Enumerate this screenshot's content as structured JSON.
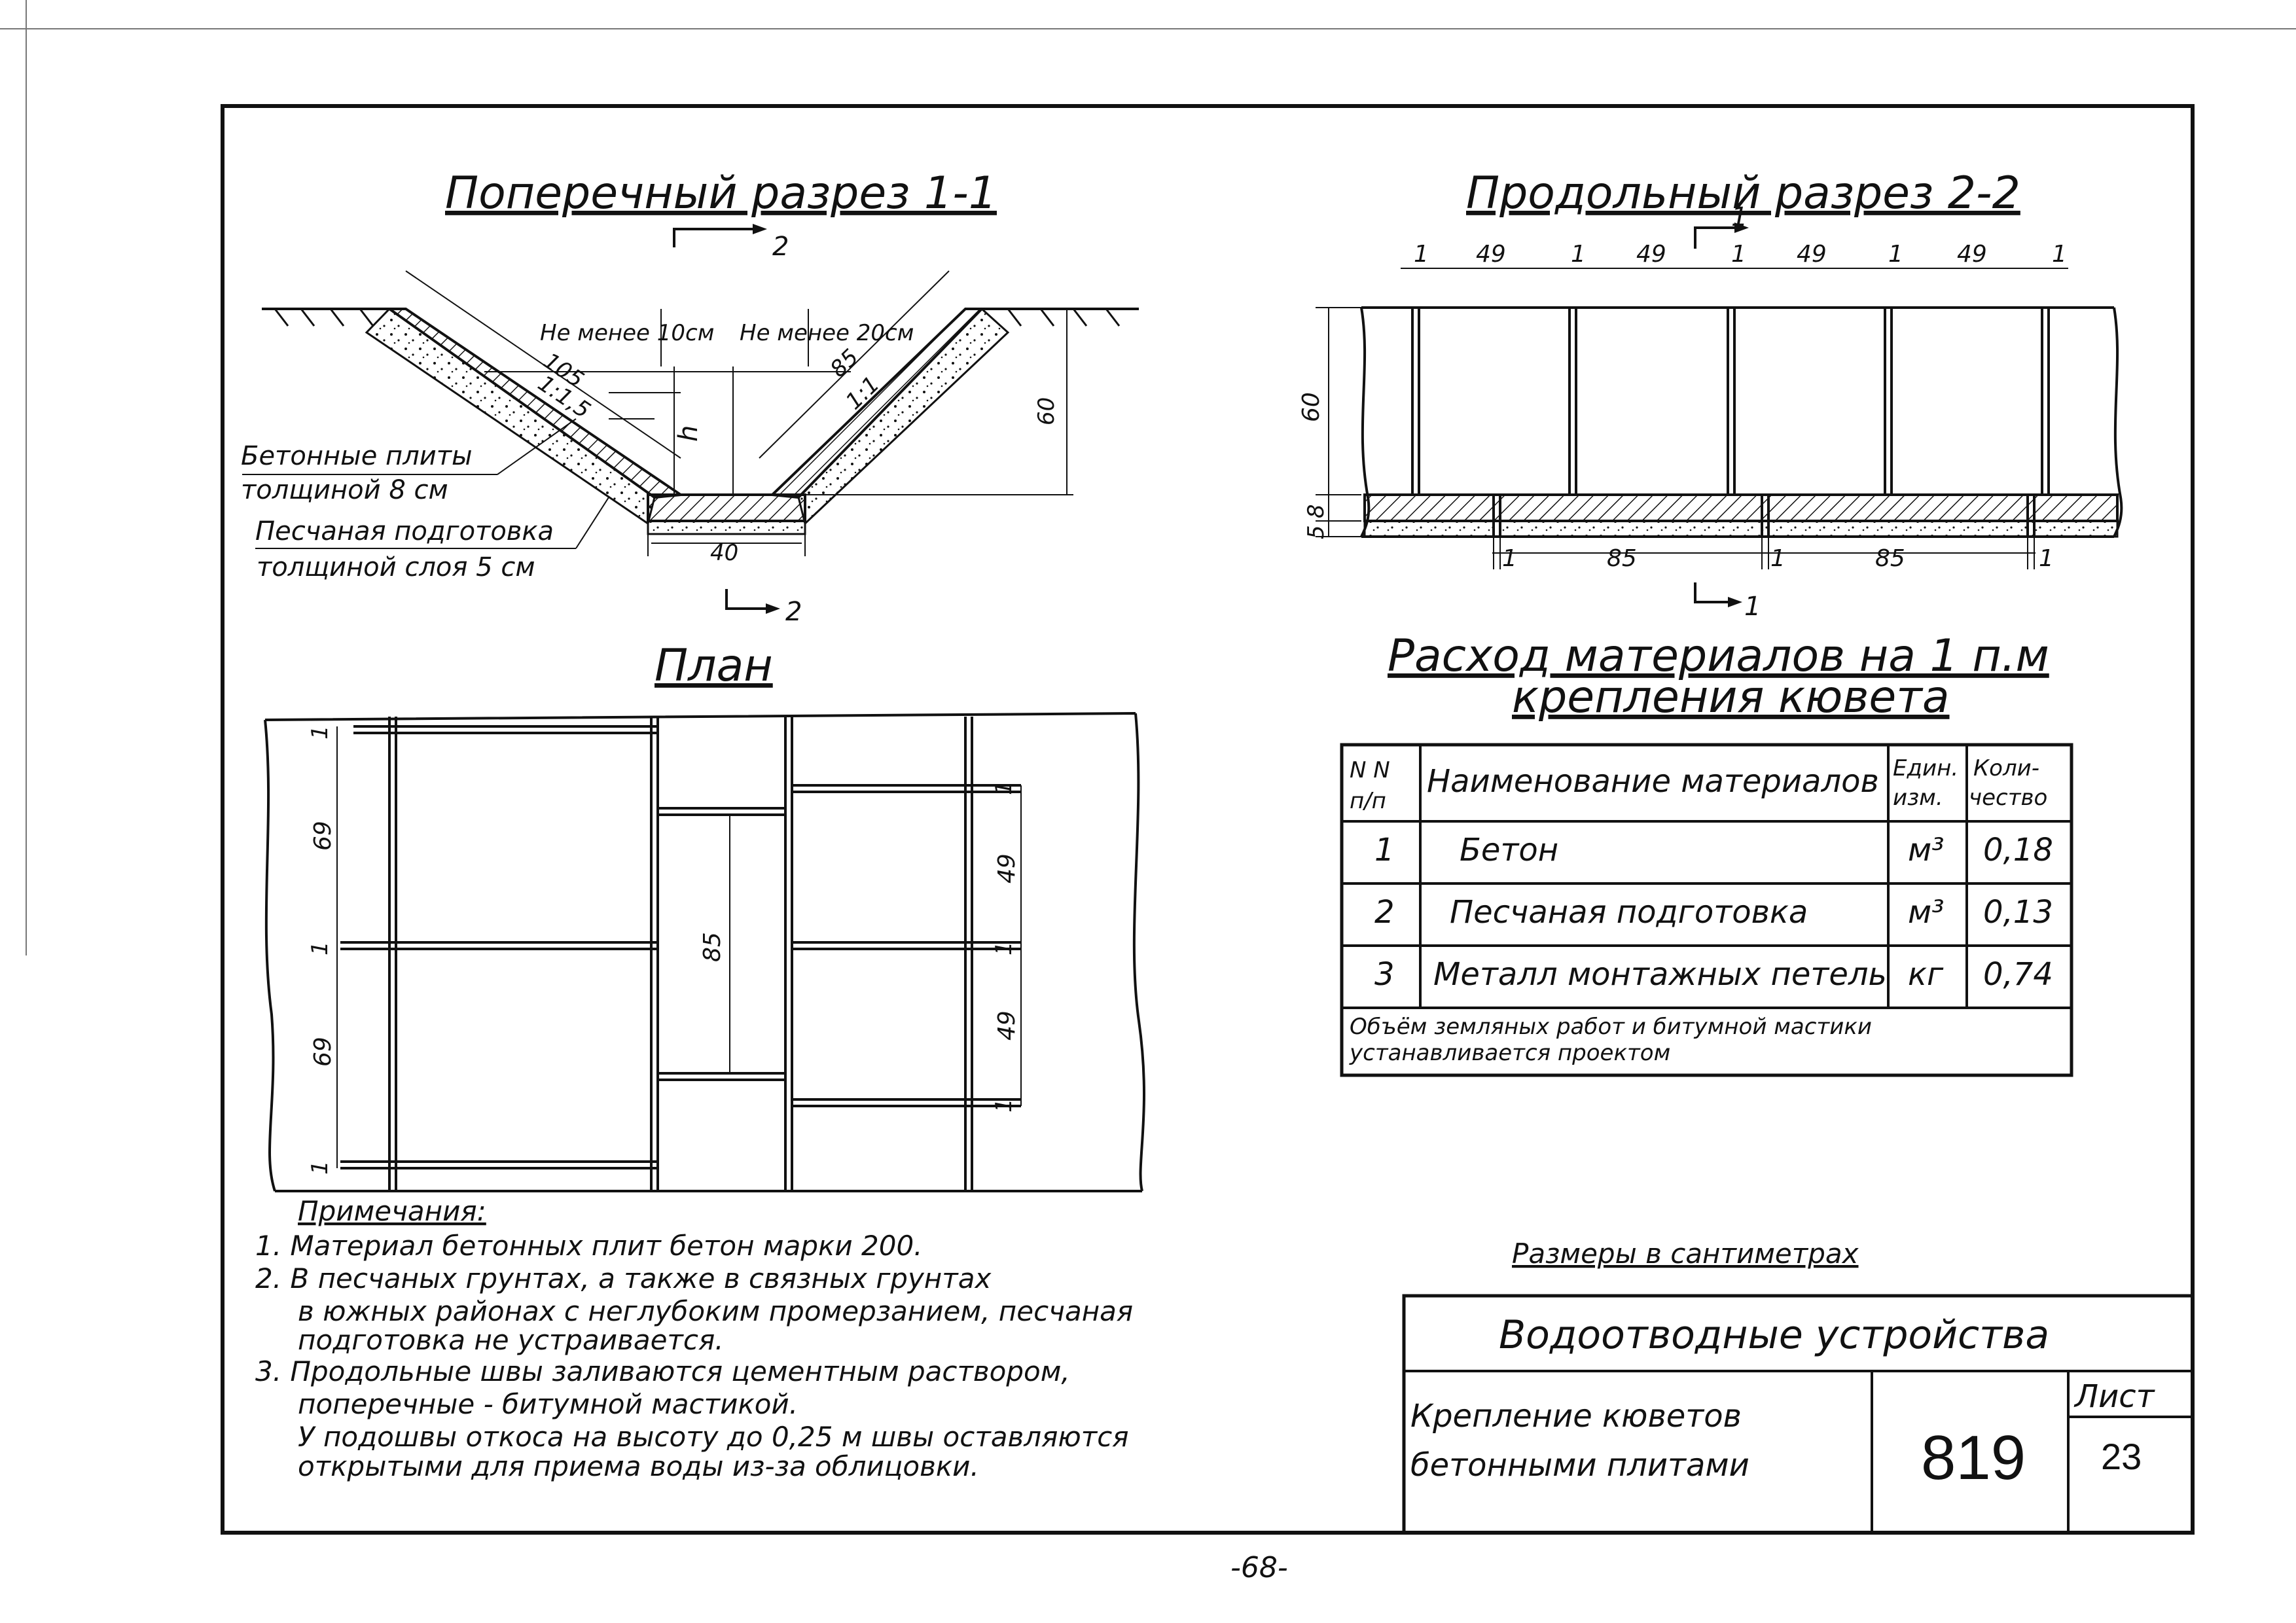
{
  "cross_section": {
    "title": "Поперечный разрез 1-1",
    "cut_top": "2",
    "cut_bottom": "2",
    "not_less_10": "Не менее 10см",
    "not_less_20": "Не менее 20см",
    "dim_105": "105",
    "dim_85": "85",
    "slope_left": "1:1,5",
    "slope_right": "1:1",
    "depth_h": "h",
    "depth_60": "60",
    "bottom_40": "40",
    "slabs_label_1": "Бетонные плиты",
    "slabs_label_2": "толщиной 8 см",
    "sand_label_1": "Песчаная подготовка",
    "sand_label_2": "толщиной слоя 5 см"
  },
  "longitudinal_section": {
    "title": "Продольный разрез 2-2",
    "cut_top": "1",
    "cut_bottom": "1",
    "top_dims": [
      "1",
      "49",
      "1",
      "49",
      "1",
      "49",
      "1",
      "49",
      "1"
    ],
    "bottom_dims": [
      "1",
      "85",
      "1",
      "85",
      "1"
    ],
    "height_60": "60",
    "height_8": "8",
    "height_5": "5"
  },
  "plan": {
    "title": "План",
    "left_dims": [
      "1",
      "69",
      "1",
      "69",
      "1"
    ],
    "middle_dim": "85",
    "right_dims": [
      "1",
      "49",
      "1",
      "49",
      "1"
    ]
  },
  "materials_table": {
    "title_1": "Расход материалов на 1 п.м",
    "title_2": "крепления кювета",
    "headers": [
      "N N п/п",
      "Наименование материалов",
      "Един. изм.",
      "Коли-чество"
    ],
    "header_lines": {
      "num_1": "N N",
      "num_2": "п/п",
      "unit_1": "Един.",
      "unit_2": "изм.",
      "qty_1": "Коли-",
      "qty_2": "чество"
    },
    "rows": [
      {
        "num": "1",
        "name": "Бетон",
        "unit": "м³",
        "qty": "0,18"
      },
      {
        "num": "2",
        "name": "Песчаная подготовка",
        "unit": "м³",
        "qty": "0,13"
      },
      {
        "num": "3",
        "name": "Металл монтажных петель",
        "unit": "кг",
        "qty": "0,74"
      }
    ],
    "footnote_1": "Объём земляных работ и битумной мастики",
    "footnote_2": "устанавливается проектом"
  },
  "notes": {
    "title": "Примечания:",
    "lines": [
      "1. Материал бетонных плит бетон марки 200.",
      "2. В песчаных грунтах, а также в связных грунтах",
      "в южных районах с неглубоким промерзанием, песчаная",
      "подготовка не устраивается.",
      "3. Продольные швы заливаются цементным раствором,",
      "поперечные - битумной мастикой.",
      "У подошвы откоса на высоту до 0,25 м швы оставляются",
      "открытыми для приема воды из-за облицовки."
    ]
  },
  "units_note": "Размеры в сантиметрах",
  "title_block": {
    "main": "Водоотводные устройства",
    "desc_1": "Крепление кюветов",
    "desc_2": "бетонными плитами",
    "number": "819",
    "sheet_label": "Лист",
    "sheet_number": "23"
  },
  "page_number": "-68-"
}
